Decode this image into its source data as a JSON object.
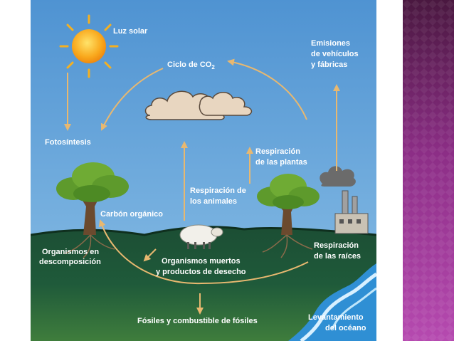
{
  "diagram": {
    "labels": {
      "sun": "Luz solar",
      "cycle_prefix": "Ciclo de CO",
      "cycle_sub": "2",
      "emissions_line1": "Emisiones",
      "emissions_line2": "de vehículos",
      "emissions_line3": "y fábricas",
      "photosynthesis": "Fotosíntesis",
      "plant_resp_line1": "Respiración",
      "plant_resp_line2": "de las plantas",
      "animal_resp_line1": "Respiración de",
      "animal_resp_line2": "los animales",
      "organic_carbon": "Carbón orgánico",
      "decomp_line1": "Organismos en",
      "decomp_line2": "descomposición",
      "dead_line1": "Organismos muertos",
      "dead_line2": "y productos de desecho",
      "root_resp_line1": "Respiración",
      "root_resp_line2": "de las raíces",
      "fossils": "Fósiles y combustible de fósiles",
      "ocean_line1": "Levantamiento",
      "ocean_line2": "del océano"
    }
  },
  "colors": {
    "sky": "#5e9ed6",
    "ground": "#1f5a3c",
    "arrow": "#e8b870",
    "side_panel": "#8a2e84"
  }
}
